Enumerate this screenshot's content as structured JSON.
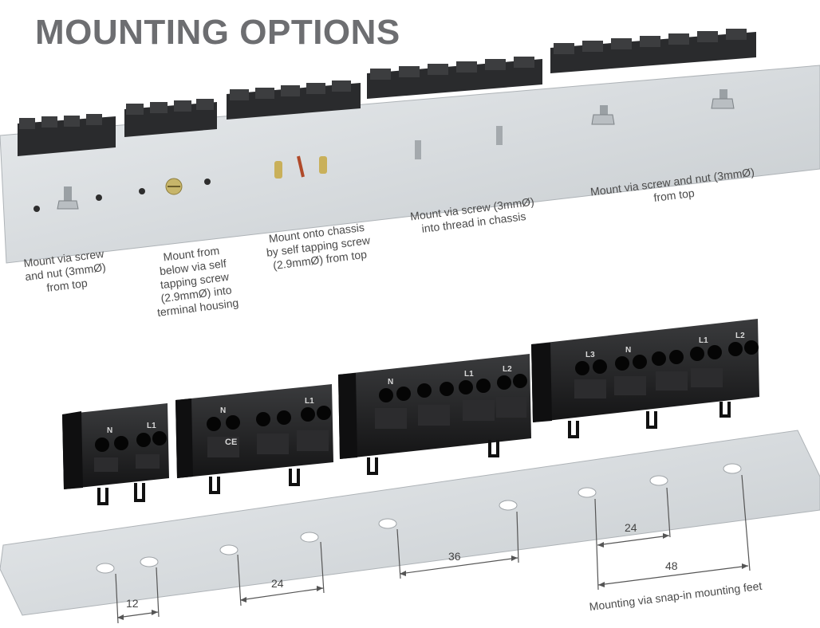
{
  "title": "MOUNTING OPTIONS",
  "captions": {
    "c1": [
      "Mount via screw",
      "and nut (3mmØ)",
      "from top"
    ],
    "c2": [
      "Mount from",
      "below via self",
      "tapping screw",
      "(2.9mmØ) into",
      "terminal housing"
    ],
    "c3": [
      "Mount onto chassis",
      "by self tapping screw",
      "(2.9mmØ) from top"
    ],
    "c4": [
      "Mount via screw (3mmØ)",
      "into thread in chassis"
    ],
    "c5": [
      "Mount via screw and nut (3mmØ)",
      "from top"
    ]
  },
  "bottom_caption": "Mounting via snap-in mounting feet",
  "dimensions": {
    "d12": "12",
    "d24a": "24",
    "d36": "36",
    "d24b": "24",
    "d48": "48"
  },
  "terminal_labels": {
    "n": "N",
    "l1": "L1",
    "l2": "L2",
    "l3": "L3",
    "ce": "CE"
  },
  "colors": {
    "title": "#6d6e71",
    "plate": "#d9dde0",
    "terminal": "#1f1f20"
  }
}
